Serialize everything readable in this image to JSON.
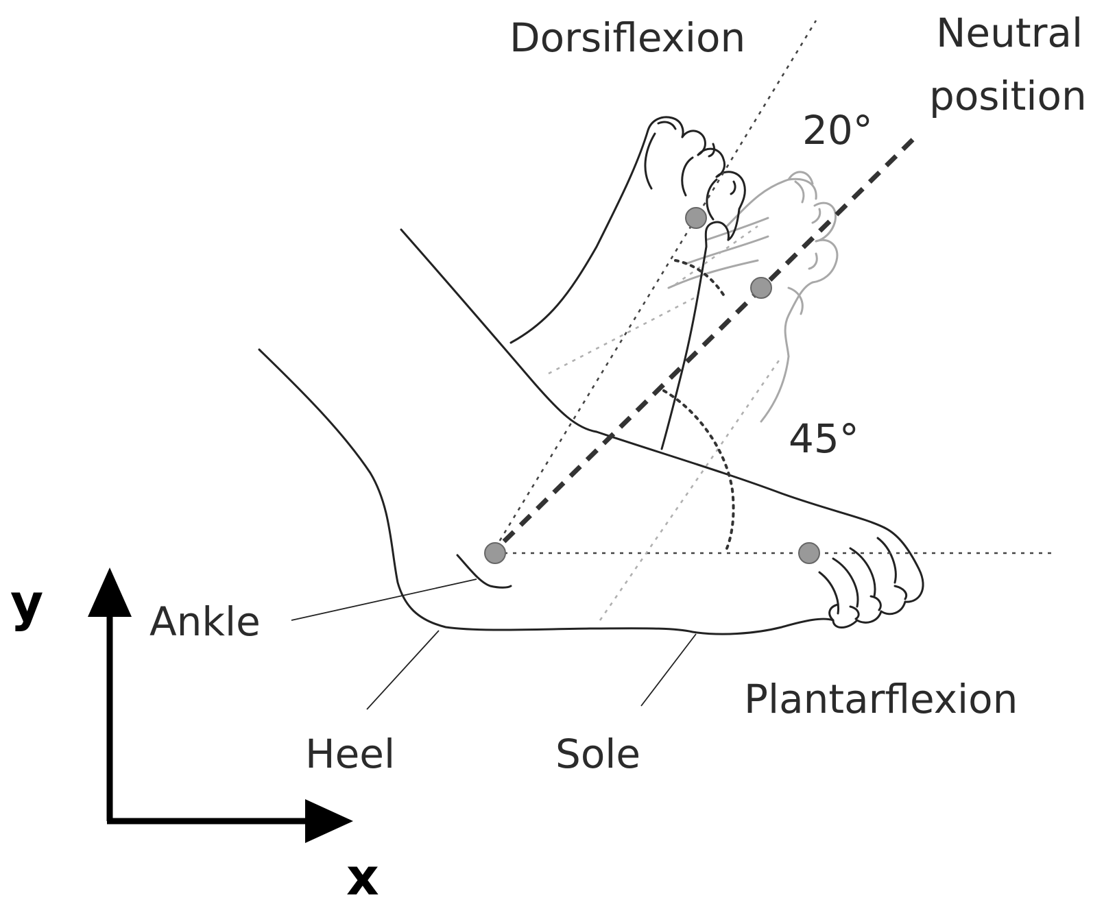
{
  "labels": {
    "dorsiflexion": "Dorsiflexion",
    "neutral_line1": "Neutral",
    "neutral_line2": "position",
    "angle_dorsi": "20°",
    "angle_plantar": "45°",
    "ankle": "Ankle",
    "heel": "Heel",
    "sole": "Sole",
    "plantarflexion": "Plantarflexion",
    "axis_y": "y",
    "axis_x": "x"
  },
  "colors": {
    "outline": "#222222",
    "ghost_foot": "#a8a8a8",
    "marker": "#999999",
    "axis": "#000000"
  }
}
